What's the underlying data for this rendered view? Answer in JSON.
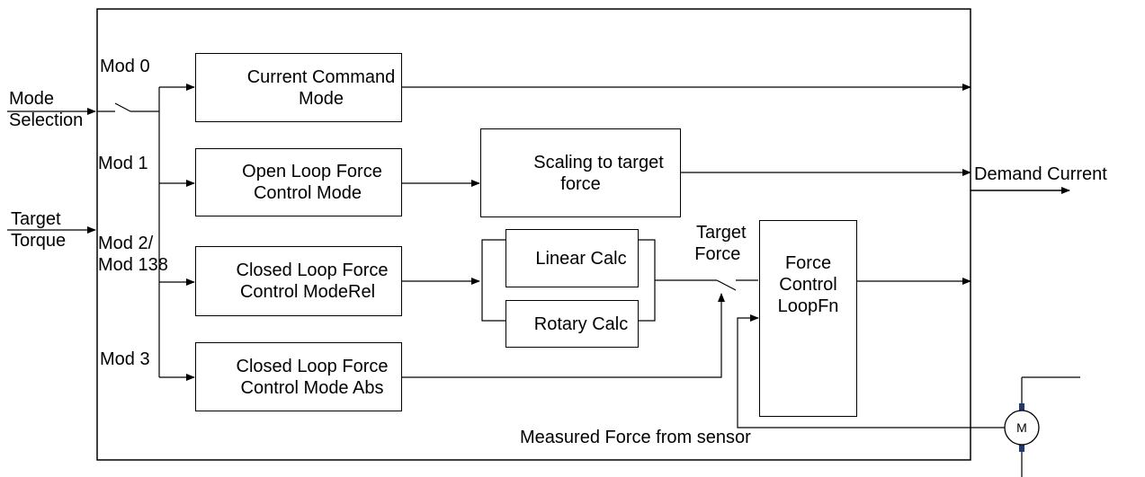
{
  "inputs": {
    "mode_selection": [
      "Mode",
      "Selection"
    ],
    "target_torque": [
      "Target",
      "Torque"
    ]
  },
  "modes": {
    "mod0": "Mod 0",
    "mod1": "Mod 1",
    "mod2": [
      "Mod 2/",
      "Mod 138"
    ],
    "mod3": "Mod 3"
  },
  "blocks": {
    "current_command": [
      "Current Command",
      "Mode"
    ],
    "open_loop": [
      "Open Loop Force",
      "Control Mode"
    ],
    "closed_rel": [
      "Closed Loop Force",
      "Control ModeRel"
    ],
    "closed_abs": [
      "Closed Loop Force",
      "Control Mode Abs"
    ],
    "scaling": [
      "Scaling to target",
      "force"
    ],
    "linear_calc": "Linear Calc",
    "rotary_calc": "Rotary Calc",
    "force_control": [
      "Force",
      "Control",
      "LoopFn"
    ]
  },
  "signals": {
    "target_force": [
      "Target",
      "Force"
    ],
    "demand_current": "Demand Current",
    "measured_force": "Measured Force from sensor",
    "motor": "M"
  }
}
